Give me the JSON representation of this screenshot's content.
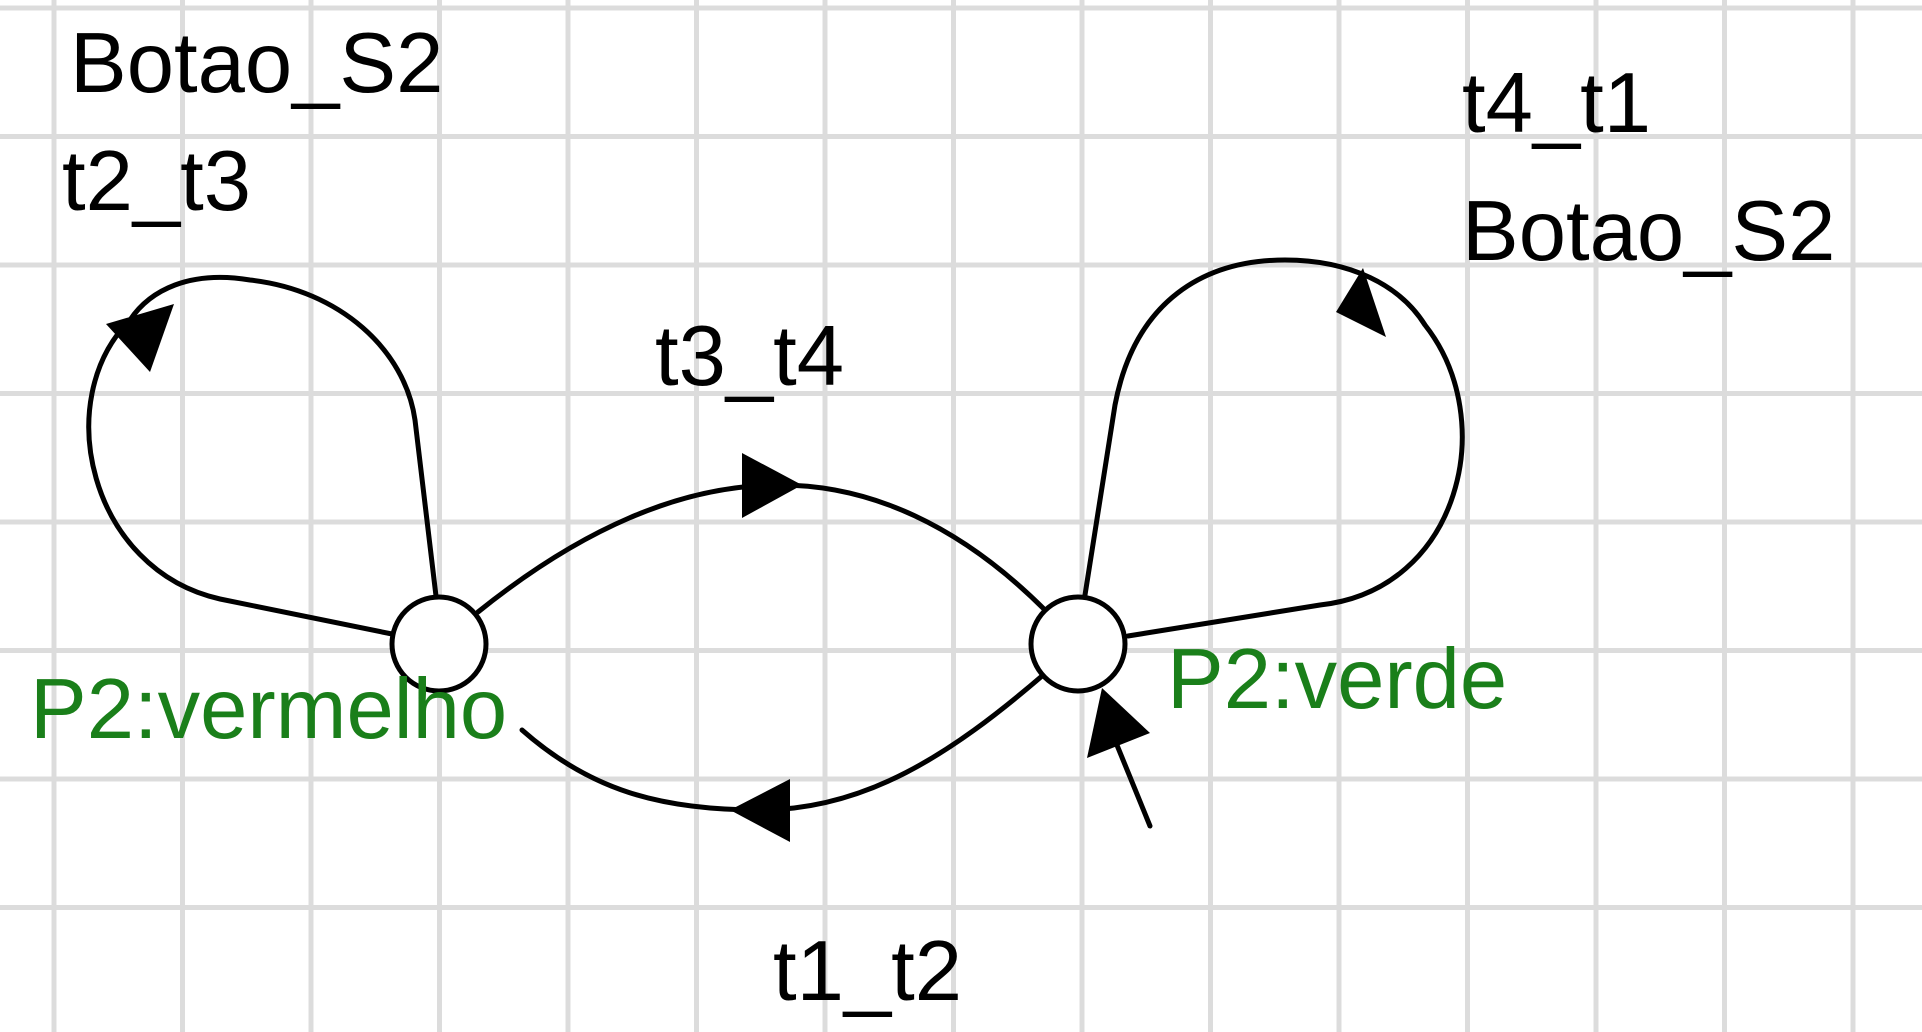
{
  "states": [
    {
      "id": "vermelho",
      "label": "P2:vermelho",
      "label_color": "#1a7f1a",
      "initial": false
    },
    {
      "id": "verde",
      "label": "P2:verde",
      "label_color": "#1a7f1a",
      "initial": true
    }
  ],
  "transitions": [
    {
      "from": "vermelho",
      "to": "vermelho",
      "labels": [
        "Botao_S2",
        "t2_t3"
      ]
    },
    {
      "from": "vermelho",
      "to": "verde",
      "labels": [
        "t3_t4"
      ]
    },
    {
      "from": "verde",
      "to": "vermelho",
      "labels": [
        "t1_t2"
      ]
    },
    {
      "from": "verde",
      "to": "verde",
      "labels": [
        "t4_t1",
        "Botao_S2"
      ]
    }
  ],
  "colors": {
    "edge": "#000000",
    "grid": "#dcdcdc",
    "state_label": "#1a7f1a",
    "background": "#ffffff"
  }
}
